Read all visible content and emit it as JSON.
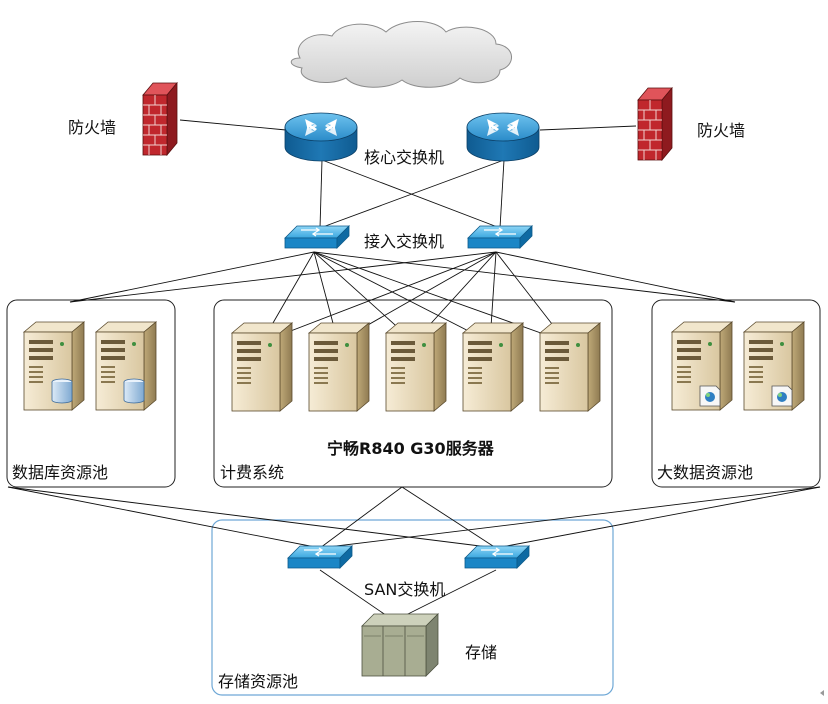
{
  "labels": {
    "firewall_left": "防火墙",
    "firewall_right": "防火墙",
    "core_switch": "核心交换机",
    "access_switch": "接入交换机",
    "server_model": "宁畅R840 G30服务器",
    "pool_database": "数据库资源池",
    "pool_billing": "计费系统",
    "pool_bigdata": "大数据资源池",
    "san_switch": "SAN交换机",
    "storage": "存储",
    "pool_storage": "存储资源池"
  },
  "icons": {
    "cloud": "cloud-icon",
    "firewall": "firewall-icon",
    "router": "core-switch-icon",
    "switch": "access-switch-icon",
    "server": "server-icon",
    "storage": "storage-array-icon"
  },
  "colors": {
    "firewall_red": "#c0272d",
    "router_blue": "#1f78b4",
    "switch_blue": "#2b9fd9",
    "server_beige": "#e9dcc0",
    "storage_gray": "#a8ad92",
    "pool_border_storage": "#6fa8d6"
  }
}
